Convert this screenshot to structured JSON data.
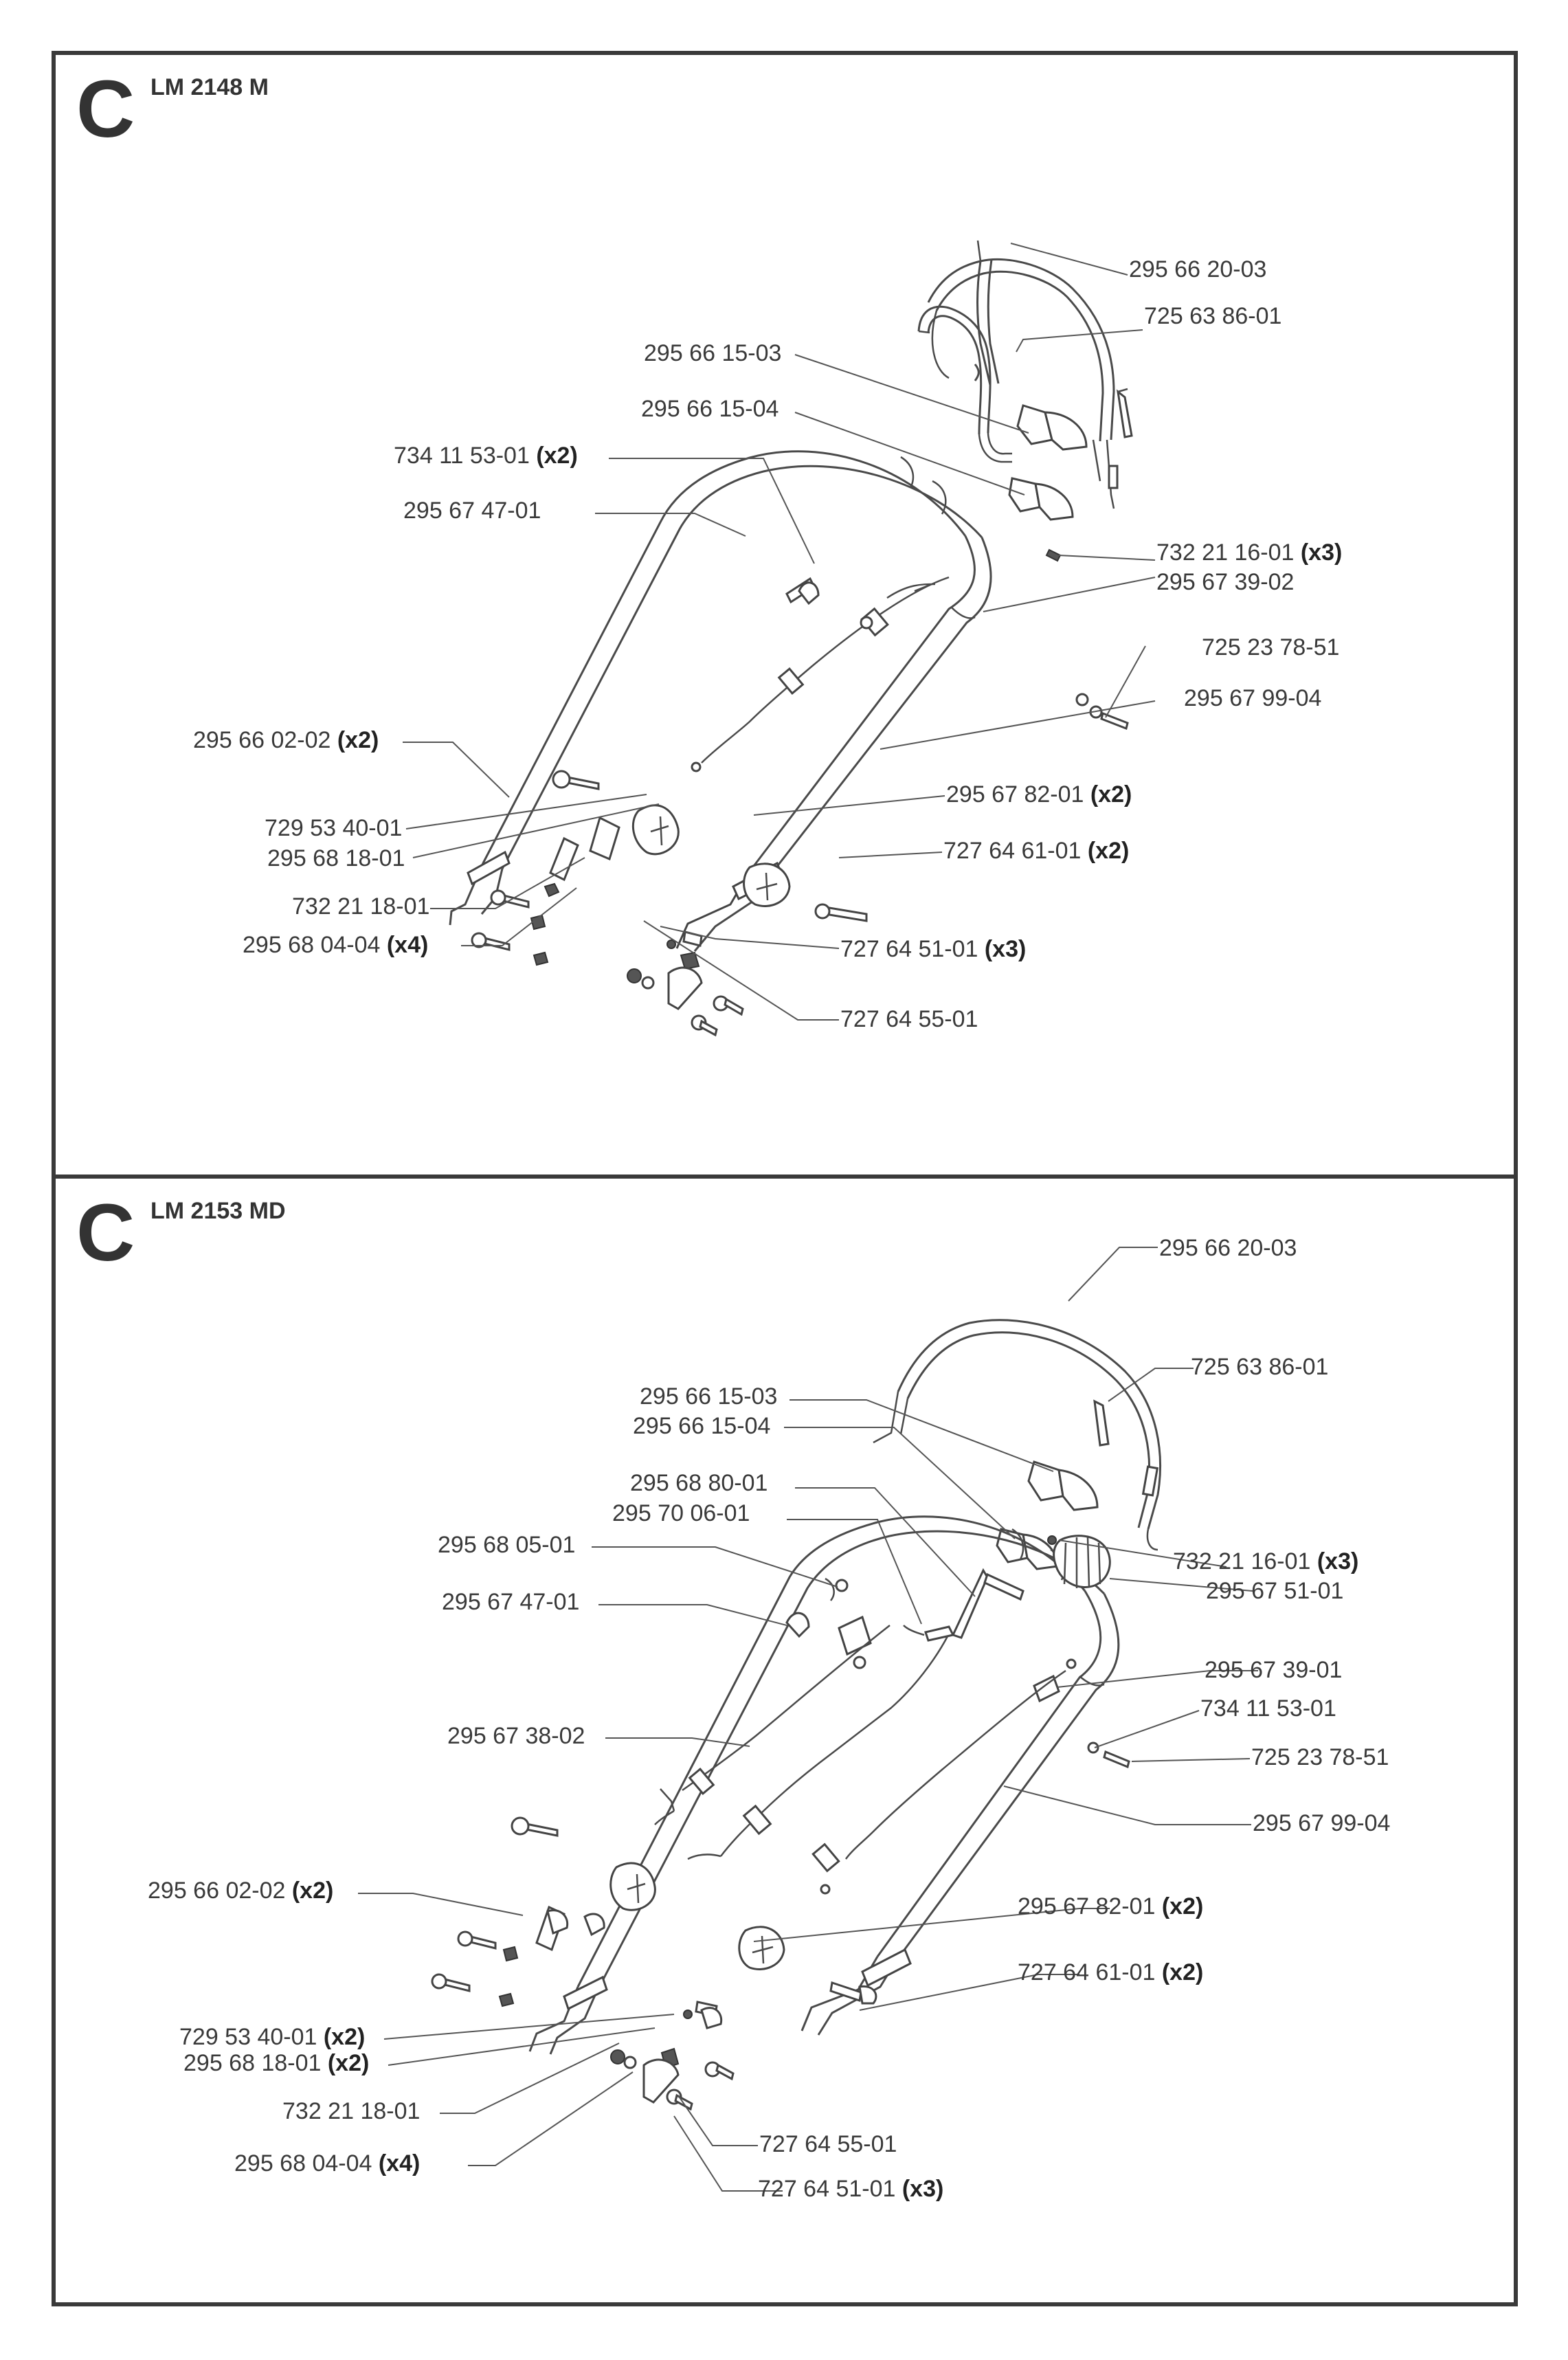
{
  "sections": [
    {
      "letter": "C",
      "model": "LM 2148 M",
      "labels": [
        {
          "part": "295 66 20-03",
          "qty": ""
        },
        {
          "part": "725 63 86-01",
          "qty": ""
        },
        {
          "part": "295 66 15-03",
          "qty": ""
        },
        {
          "part": "295 66 15-04",
          "qty": ""
        },
        {
          "part": "734 11 53-01",
          "qty": "(x2)"
        },
        {
          "part": "295 67 47-01",
          "qty": ""
        },
        {
          "part": "732 21 16-01",
          "qty": "(x3)"
        },
        {
          "part": "295 67 39-02",
          "qty": ""
        },
        {
          "part": "725 23 78-51",
          "qty": ""
        },
        {
          "part": "295 67 99-04",
          "qty": ""
        },
        {
          "part": "295 66 02-02",
          "qty": "(x2)"
        },
        {
          "part": "295 67 82-01",
          "qty": "(x2)"
        },
        {
          "part": "727 64 61-01",
          "qty": "(x2)"
        },
        {
          "part": "729 53 40-01",
          "qty": ""
        },
        {
          "part": "295 68 18-01",
          "qty": ""
        },
        {
          "part": "732 21 18-01",
          "qty": ""
        },
        {
          "part": "727 64 51-01",
          "qty": "(x3)"
        },
        {
          "part": "295 68 04-04",
          "qty": "(x4)"
        },
        {
          "part": "727 64 55-01",
          "qty": ""
        }
      ]
    },
    {
      "letter": "C",
      "model": "LM 2153 MD",
      "labels": [
        {
          "part": "295 66 20-03",
          "qty": ""
        },
        {
          "part": "725 63 86-01",
          "qty": ""
        },
        {
          "part": "295 66 15-03",
          "qty": ""
        },
        {
          "part": "295 66 15-04",
          "qty": ""
        },
        {
          "part": "295 68 80-01",
          "qty": ""
        },
        {
          "part": "295 70 06-01",
          "qty": ""
        },
        {
          "part": "295 68 05-01",
          "qty": ""
        },
        {
          "part": "732 21 16-01",
          "qty": "(x3)"
        },
        {
          "part": "295 67 51-01",
          "qty": ""
        },
        {
          "part": "295 67 47-01",
          "qty": ""
        },
        {
          "part": "295 67 39-01",
          "qty": ""
        },
        {
          "part": "734 11 53-01",
          "qty": ""
        },
        {
          "part": "725 23 78-51",
          "qty": ""
        },
        {
          "part": "295 67 38-02",
          "qty": ""
        },
        {
          "part": "295 67 99-04",
          "qty": ""
        },
        {
          "part": "295 66 02-02",
          "qty": "(x2)"
        },
        {
          "part": "295 67 82-01",
          "qty": "(x2)"
        },
        {
          "part": "727 64 61-01",
          "qty": "(x2)"
        },
        {
          "part": "729 53 40-01",
          "qty": "(x2)"
        },
        {
          "part": "295 68 18-01",
          "qty": "(x2)"
        },
        {
          "part": "732 21 18-01",
          "qty": ""
        },
        {
          "part": "727 64 55-01",
          "qty": ""
        },
        {
          "part": "295 68 04-04",
          "qty": "(x4)"
        },
        {
          "part": "727 64 51-01",
          "qty": "(x3)"
        }
      ]
    }
  ]
}
